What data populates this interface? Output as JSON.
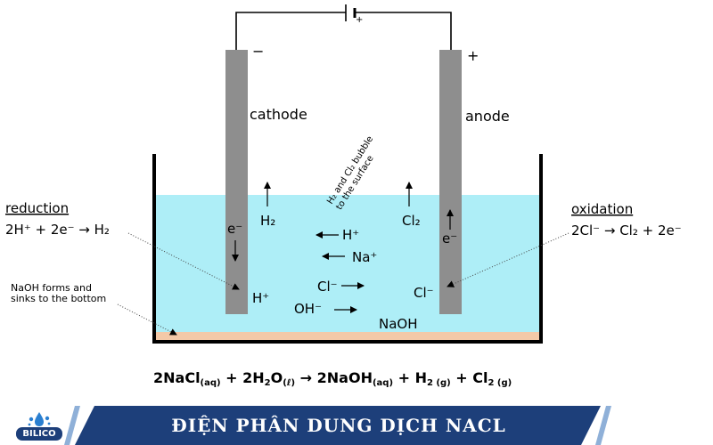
{
  "diagram": {
    "electrode_signs": {
      "cathode": "−",
      "anode": "+",
      "battery": "+"
    },
    "labels": {
      "cathode": "cathode",
      "anode": "anode",
      "reduction": "reduction",
      "oxidation": "oxidation",
      "bubble_note": [
        "H₂ and Cl₂ bubble",
        "to the surface"
      ],
      "naoh_note": [
        "NaOH forms and",
        "sinks to the bottom"
      ]
    },
    "half_reactions": {
      "reduction": "2H⁺ + 2e⁻ → H₂",
      "oxidation": "2Cl⁻ → Cl₂ + 2e⁻"
    },
    "species": {
      "h2": "H₂",
      "cl2": "Cl₂",
      "e_cathode": "e⁻",
      "e_anode": "e⁻",
      "h_plus_cathode": "H⁺",
      "cl_minus_anode": "Cl⁻",
      "h_plus": "H⁺",
      "na_plus": "Na⁺",
      "cl_minus": "Cl⁻",
      "oh_minus": "OH⁻",
      "naoh": "NaOH"
    },
    "overall_equation": {
      "r1": "2NaCl",
      "r1_state": "(aq)",
      "plus1": " + ",
      "r2": "2H",
      "r2_sub": "2",
      "r2_b": "O",
      "r2_state": "(ℓ)",
      "arrow": " → ",
      "p1": "2NaOH",
      "p1_state": "(aq)",
      "plus2": " + ",
      "p2": "H",
      "p2_state": "2 (g)",
      "plus3": " + ",
      "p3": "Cl",
      "p3_state": "2 (g)"
    },
    "colors": {
      "solution": "#aeeef7",
      "electrode": "#8e8e8e",
      "sediment": "#f3c9a8",
      "banner": "#1d3f7a"
    }
  },
  "footer": {
    "title": "ĐIỆN PHÂN DUNG DỊCH NACL",
    "logo_text": "BILICO"
  }
}
